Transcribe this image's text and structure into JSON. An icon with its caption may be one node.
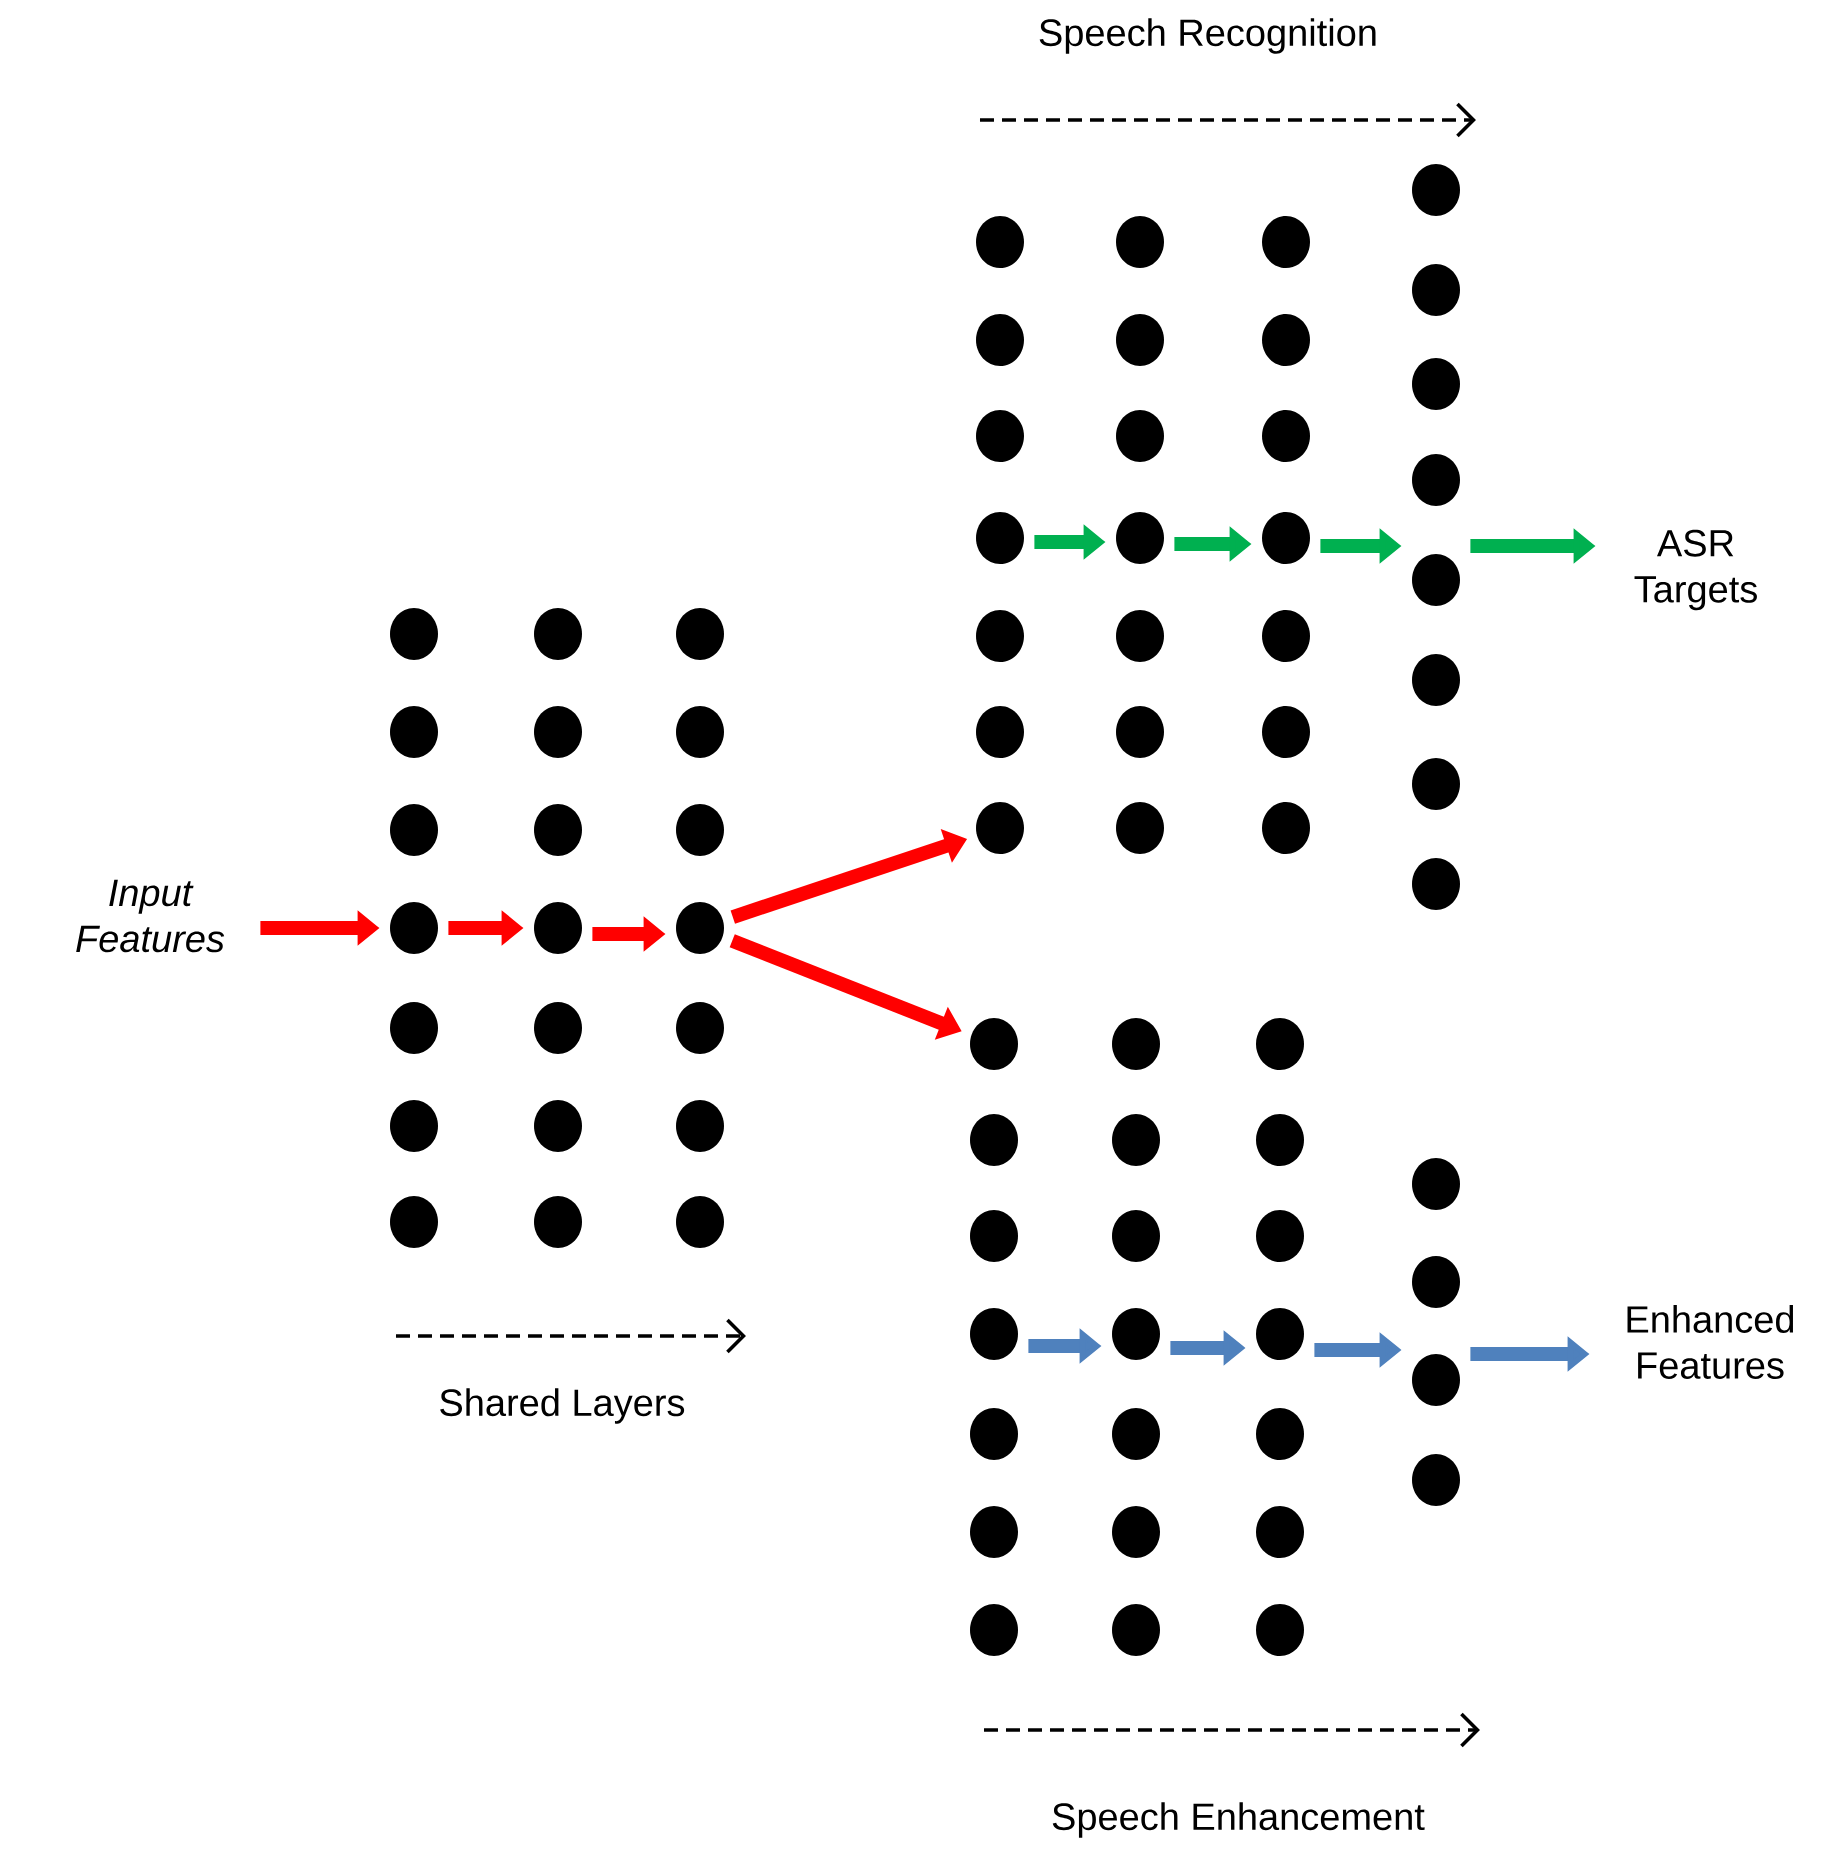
{
  "diagram": {
    "nodes": [
      {
        "text": [
          "Input Features"
        ]
      },
      {
        "text": [],
        "shape": "circle"
      },
      {
        "text": [],
        "shape": "circle"
      },
      {
        "text": [],
        "shape": "circle"
      },
      {
        "text": [],
        "shape": "circle"
      },
      {
        "text": [],
        "shape": "circle"
      },
      {
        "text": [],
        "shape": "circle"
      },
      {
        "text": [],
        "shape": "circle"
      },
      {
        "text": [],
        "shape": "circle"
      },
      {
        "text": [],
        "shape": "circle"
      },
      {
        "text": [],
        "shape": "circle"
      },
      {
        "text": [],
        "shape": "circle"
      },
      {
        "text": [],
        "shape": "circle"
      },
      {
        "text": [],
        "shape": "circle"
      },
      {
        "text": [],
        "shape": "circle"
      },
      {
        "text": [],
        "shape": "circle"
      },
      {
        "text": [],
        "shape": "circle"
      },
      {
        "text": [],
        "shape": "circle"
      },
      {
        "text": [],
        "shape": "circle"
      },
      {
        "text": [],
        "shape": "circle"
      },
      {
        "text": [],
        "shape": "circle"
      },
      {
        "text": [],
        "shape": "circle"
      },
      {
        "text": [],
        "shape": "circle"
      },
      {
        "text": [],
        "shape": "circle"
      },
      {
        "text": [],
        "shape": "circle"
      },
      {
        "text": [],
        "shape": "circle"
      },
      {
        "text": [],
        "shape": "circle"
      },
      {
        "text": [],
        "shape": "circle"
      },
      {
        "text": [],
        "shape": "circle"
      },
      {
        "text": [],
        "shape": "circle"
      },
      {
        "text": [],
        "shape": "circle"
      },
      {
        "text": [],
        "shape": "circle"
      },
      {
        "text": [],
        "shape": "circle"
      },
      {
        "text": [],
        "shape": "circle"
      },
      {
        "text": [],
        "shape": "circle"
      },
      {
        "text": [],
        "shape": "circle"
      },
      {
        "text": [],
        "shape": "circle"
      },
      {
        "text": [],
        "shape": "circle"
      },
      {
        "text": [],
        "shape": "circle"
      },
      {
        "text": [],
        "shape": "circle"
      },
      {
        "text": [],
        "shape": "circle"
      },
      {
        "text": [],
        "shape": "circle"
      },
      {
        "text": [],
        "shape": "circle"
      },
      {
        "text": [],
        "shape": "circle"
      },
      {
        "text": [],
        "shape": "circle"
      },
      {
        "text": [],
        "shape": "circle"
      },
      {
        "text": [],
        "shape": "circle"
      },
      {
        "text": [],
        "shape": "circle"
      },
      {
        "text": [],
        "shape": "circle"
      },
      {
        "text": [],
        "shape": "circle"
      },
      {
        "text": [],
        "shape": "circle"
      },
      {
        "text": [
          "ASR Targets"
        ]
      },
      {
        "text": [],
        "shape": "circle"
      },
      {
        "text": [],
        "shape": "circle"
      },
      {
        "text": [],
        "shape": "circle"
      },
      {
        "text": [],
        "shape": "circle"
      },
      {
        "text": [],
        "shape": "circle"
      },
      {
        "text": [],
        "shape": "circle"
      },
      {
        "text": [],
        "shape": "circle"
      },
      {
        "text": [],
        "shape": "circle"
      },
      {
        "text": [],
        "shape": "circle"
      },
      {
        "text": [],
        "shape": "circle"
      },
      {
        "text": [],
        "shape": "circle"
      },
      {
        "text": [],
        "shape": "circle"
      },
      {
        "text": [],
        "shape": "circle"
      },
      {
        "text": [],
        "shape": "circle"
      },
      {
        "text": [],
        "shape": "circle"
      },
      {
        "text": [],
        "shape": "circle"
      },
      {
        "text": [],
        "shape": "circle"
      },
      {
        "text": [],
        "shape": "circle"
      },
      {
        "text": [],
        "shape": "circle"
      },
      {
        "text": [],
        "shape": "circle"
      },
      {
        "text": [],
        "shape": "circle"
      },
      {
        "text": [],
        "shape": "circle"
      },
      {
        "text": [],
        "shape": "circle"
      },
      {
        "text": [],
        "shape": "circle"
      },
      {
        "text": [],
        "shape": "circle"
      },
      {
        "text": [
          "Enhanced Features"
        ]
      }
    ],
    "edges": [
      {
        "from": 0,
        "to": 4,
        "arrow": "to",
        "color": "#ff0000"
      },
      {
        "from": 4,
        "to": 11,
        "arrow": "to",
        "color": "#ff0000"
      },
      {
        "from": 11,
        "to": 18,
        "arrow": "to",
        "color": "#ff0000"
      },
      {
        "from": 18,
        "to": 28,
        "arrow": "to",
        "color": "#ff0000"
      },
      {
        "from": 18,
        "to": 52,
        "arrow": "to",
        "color": "#ff0000"
      },
      {
        "from": 25,
        "to": 32,
        "arrow": "to",
        "color": "#00b050"
      },
      {
        "from": 32,
        "to": 39,
        "arrow": "to",
        "color": "#00b050"
      },
      {
        "from": 39,
        "to": 47,
        "arrow": "to",
        "color": "#00b050"
      },
      {
        "from": 47,
        "to": 51,
        "arrow": "to",
        "color": "#00b050"
      },
      {
        "from": 55,
        "to": 62,
        "arrow": "to",
        "color": "#4f81bd"
      },
      {
        "from": 62,
        "to": 69,
        "arrow": "to",
        "color": "#4f81bd"
      },
      {
        "from": 69,
        "to": 75,
        "arrow": "to",
        "color": "#4f81bd"
      },
      {
        "from": 75,
        "to": 77,
        "arrow": "to",
        "color": "#4f81bd"
      }
    ],
    "labels": [
      "Speech  Recognition",
      "Shared Layers",
      "Speech Enhancement"
    ]
  }
}
